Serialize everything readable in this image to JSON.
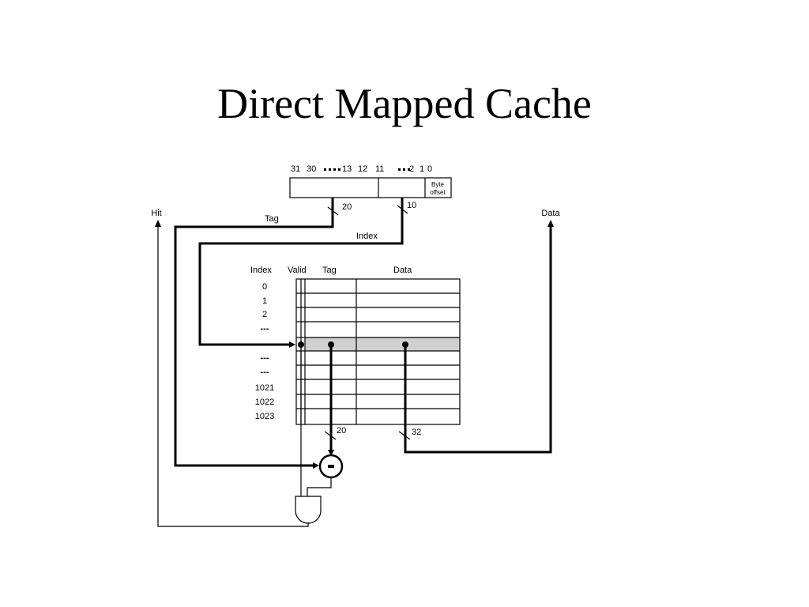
{
  "slide": {
    "title": "Direct Mapped Cache"
  },
  "address": {
    "bit_labels": [
      "31",
      "30",
      "13",
      "12",
      "11",
      "2",
      "1",
      "0"
    ],
    "byte_offset_line1": "Byte",
    "byte_offset_line2": "offset"
  },
  "fields": {
    "tag_label": "Tag",
    "tag_width": "20",
    "index_label": "Index",
    "index_width": "10"
  },
  "outputs": {
    "hit_label": "Hit",
    "data_label": "Data",
    "compare_width": "20",
    "data_width": "32"
  },
  "table": {
    "headers": {
      "index": "Index",
      "valid": "Valid",
      "tag": "Tag",
      "data": "Data"
    },
    "rows": [
      "0",
      "1",
      "2",
      "---",
      "",
      "---",
      "---",
      "1021",
      "1022",
      "1023"
    ]
  }
}
